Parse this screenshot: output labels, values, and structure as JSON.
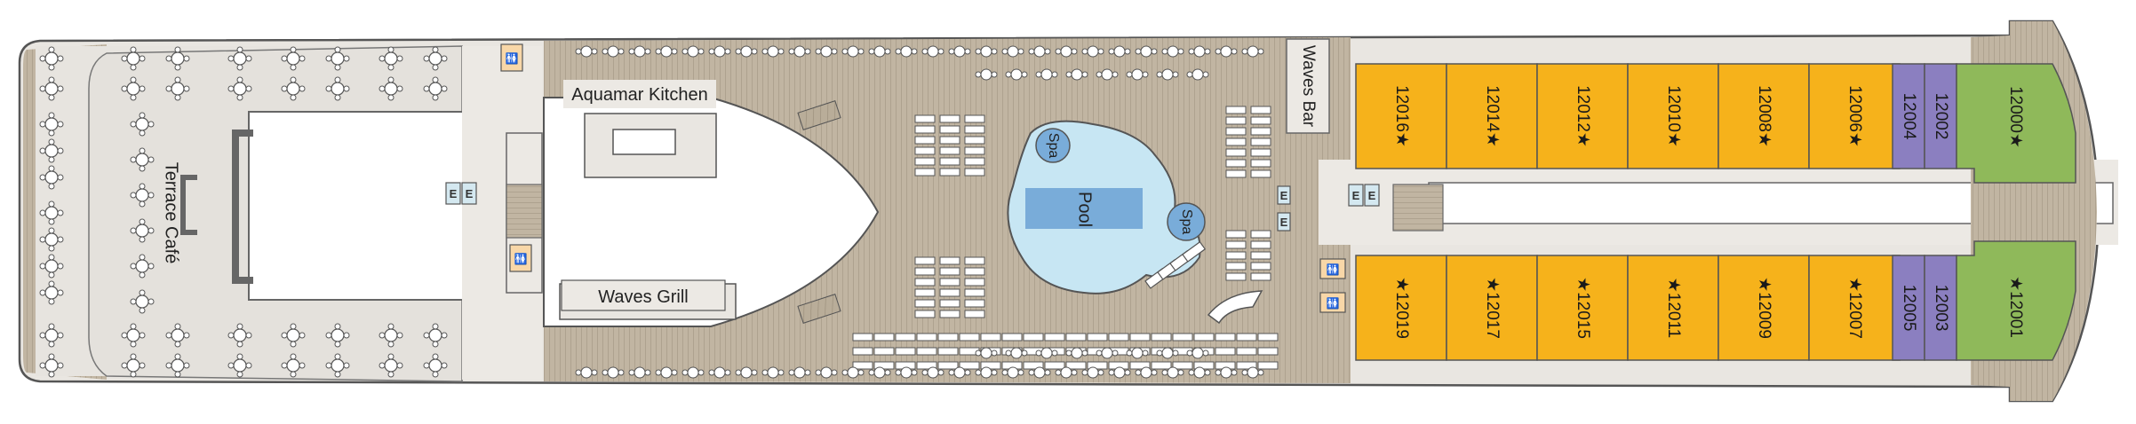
{
  "venues": {
    "aquamar_kitchen": "Aquamar Kitchen",
    "terrace_cafe": "Terrace Café",
    "waves_grill": "Waves Grill",
    "waves_bar": "Waves Bar",
    "pool": "Pool",
    "spa_1": "Spa",
    "spa_2": "Spa"
  },
  "elevator_glyph": "E",
  "restroom_glyph": "🚻",
  "cabins_top": [
    {
      "id": "12016★",
      "category": "gold"
    },
    {
      "id": "12014★",
      "category": "gold"
    },
    {
      "id": "12012★",
      "category": "gold"
    },
    {
      "id": "12010★",
      "category": "gold"
    },
    {
      "id": "12008★",
      "category": "gold"
    },
    {
      "id": "12006★",
      "category": "gold"
    }
  ],
  "cabins_bottom": [
    {
      "id": "★12019",
      "category": "gold"
    },
    {
      "id": "★12017",
      "category": "gold"
    },
    {
      "id": "★12015",
      "category": "gold"
    },
    {
      "id": "★12011",
      "category": "gold"
    },
    {
      "id": "★12009",
      "category": "gold"
    },
    {
      "id": "★12007",
      "category": "gold"
    }
  ],
  "cabins_purple_top": [
    "12004",
    "12002"
  ],
  "cabins_purple_bottom": [
    "12005",
    "12003"
  ],
  "cabin_forward_top": "12000★",
  "cabin_forward_bottom": "★12001",
  "colors": {
    "gold": "#f6b21b",
    "purple": "#8b7fc0",
    "green": "#8fb95a",
    "deck": "#e6e3dd",
    "teak": "#b7aa95",
    "outline": "#555555",
    "pool": "#c7e6f3",
    "pool_deep": "#79acd9",
    "elevator": "#d4e8f0",
    "restroom": "#f8d7a8"
  }
}
